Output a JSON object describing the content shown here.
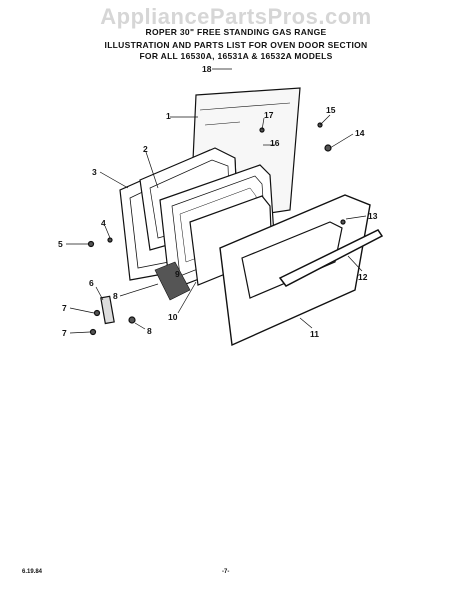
{
  "watermark": "AppliancePartsPros.com",
  "header": {
    "line1": "ROPER 30\" FREE STANDING GAS RANGE",
    "line2": "ILLUSTRATION AND PARTS LIST FOR OVEN DOOR SECTION",
    "line3": "FOR ALL 16530A, 16531A & 16532A MODELS"
  },
  "callouts": {
    "c1": "1",
    "c2": "2",
    "c3": "3",
    "c4": "4",
    "c5": "5",
    "c6": "6",
    "c7a": "7",
    "c7b": "7",
    "c8a": "8",
    "c8b": "8",
    "c9": "9",
    "c10": "10",
    "c11": "11",
    "c12": "12",
    "c13": "13",
    "c14": "14",
    "c15": "15",
    "c16": "16",
    "c17": "17",
    "c18": "18"
  },
  "footer": {
    "date": "6.19.84",
    "page": "-7-"
  }
}
